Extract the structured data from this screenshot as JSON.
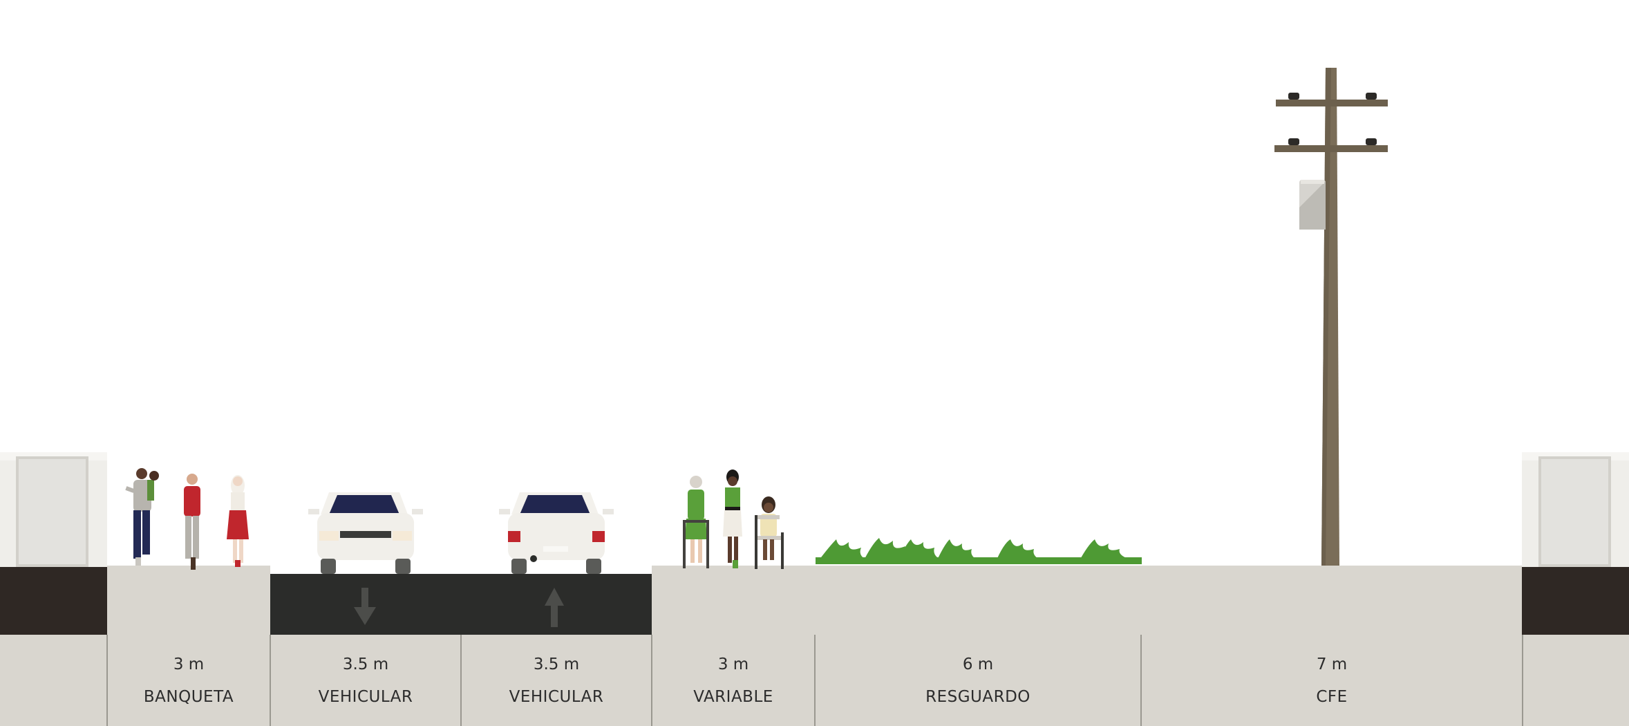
{
  "segments": [
    {
      "width": "3 m",
      "name": "BANQUETA"
    },
    {
      "width": "3.5 m",
      "name": "VEHICULAR"
    },
    {
      "width": "3.5 m",
      "name": "VEHICULAR"
    },
    {
      "width": "3 m",
      "name": "VARIABLE"
    },
    {
      "width": "6 m",
      "name": "RESGUARDO"
    },
    {
      "width": "7 m",
      "name": "CFE"
    }
  ],
  "colors": {
    "ground": "#d9d6cf",
    "asphalt": "#2b2c2a",
    "building_base": "#2f2824",
    "building_wall": "#efeeea",
    "pole": "#7a6d58",
    "vegetation": "#4e9a34"
  },
  "icons": [
    "building-icon",
    "pedestrian-icon",
    "car-front-icon",
    "car-rear-icon",
    "lane-arrow-down-icon",
    "lane-arrow-up-icon",
    "shrub-icon",
    "utility-pole-icon",
    "transformer-icon"
  ]
}
